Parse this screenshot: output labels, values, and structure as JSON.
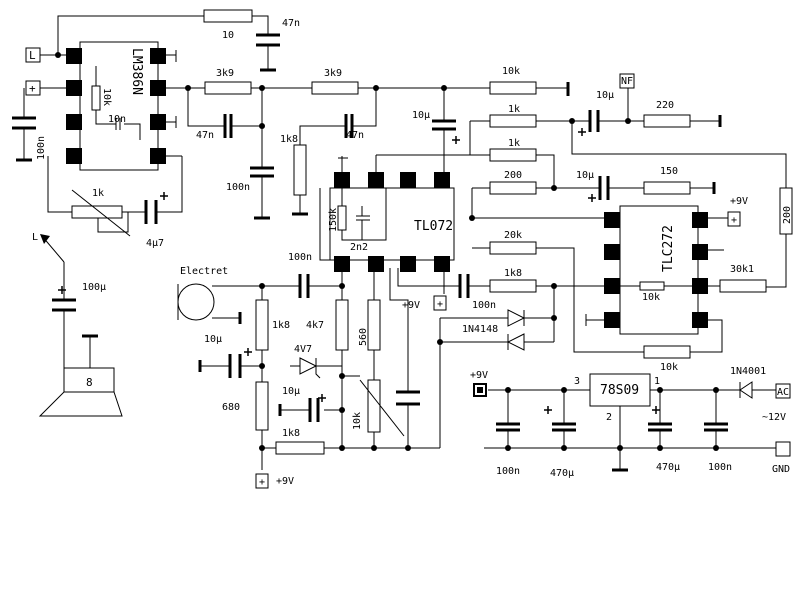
{
  "ics": {
    "lm386": "LM386N",
    "tl072": "TL072",
    "tlc272": "TLC272",
    "reg": "78S09",
    "reg_pin1": "1",
    "reg_pin2": "2",
    "reg_pin3": "3"
  },
  "labels": {
    "r10_top": "10",
    "c47n_top": "47n",
    "r3k9_a": "3k9",
    "r3k9_b": "3k9",
    "r10k_top": "10k",
    "c10u_nf": "10µ",
    "nf": "NF",
    "r220": "220",
    "c10u_mid": "10µ",
    "r1k_a": "1k",
    "r1k_b": "1k",
    "r200_a": "200",
    "c10u_tlc": "10µ",
    "r150": "150",
    "plus9v_a": "+9V",
    "r200_v": "200",
    "r20k": "20k",
    "r1k8_a": "1k8",
    "r30k1": "30k1",
    "r10k_in": "10k",
    "c100n_tlc": "100n",
    "d1n4148": "1N4148",
    "r10k_bot": "10k",
    "r10k_lm": "10k",
    "c10n_lm": "10n",
    "c47n_a": "47n",
    "c47n_b": "47n",
    "r1k8_v": "1k8",
    "c100n_a": "100n",
    "c100n_lm": "100n",
    "pot1k": "1k",
    "c4u7": "4µ7",
    "r150k": "150k",
    "c2n2": "2n2",
    "plus9v_b": "+9V",
    "electret": "Electret",
    "c100n_mic": "100n",
    "c10u_mic": "10µ",
    "r1k8_mic": "1k8",
    "r4k7": "4k7",
    "r560": "560",
    "z4v7": "4V7",
    "c10u_z": "10µ",
    "r680": "680",
    "pot10k": "10k",
    "r1k8_bot": "1k8",
    "plus9v_c": "+9V",
    "plus9v_psu": "+9V",
    "d1n4001": "1N4001",
    "ac": "AC",
    "v12": "~12V",
    "gnd": "GND",
    "c100n_p1": "100n",
    "c470u_p1": "470µ",
    "c470u_p2": "470µ",
    "c100n_p2": "100n",
    "c100u_spk": "100µ",
    "spk": "8",
    "L_top": "L",
    "L_arrow": "L",
    "plus_box": "+"
  }
}
